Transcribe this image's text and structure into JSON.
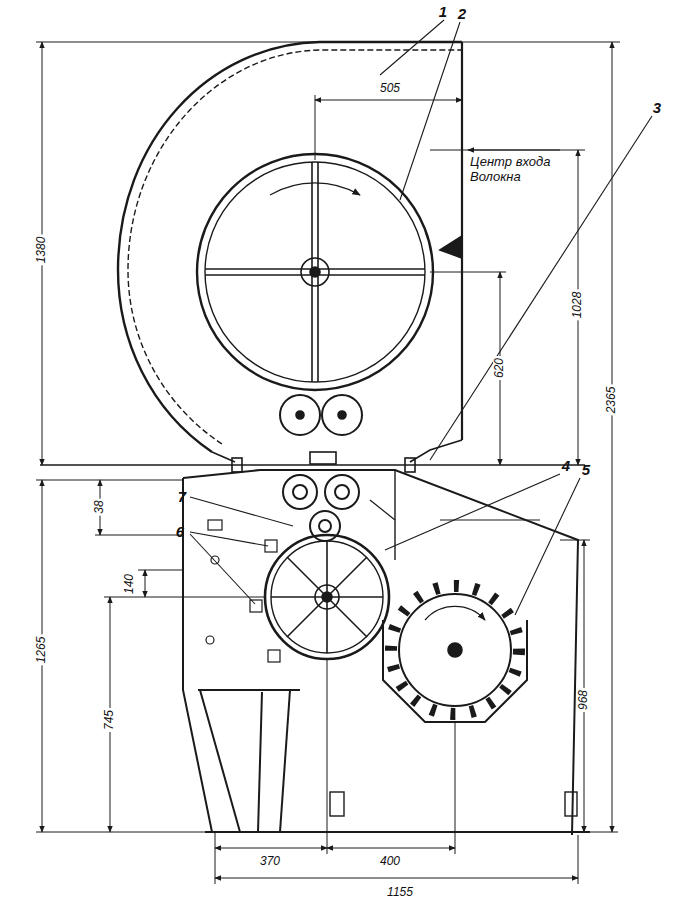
{
  "diagram": {
    "labels": [
      "1",
      "2",
      "3",
      "4",
      "5",
      "6",
      "7",
      "505",
      "1380",
      "1028",
      "620",
      "2365",
      "38",
      "140",
      "1265",
      "745",
      "968",
      "370",
      "400",
      "1155",
      "Центр входа Волокна"
    ]
  }
}
